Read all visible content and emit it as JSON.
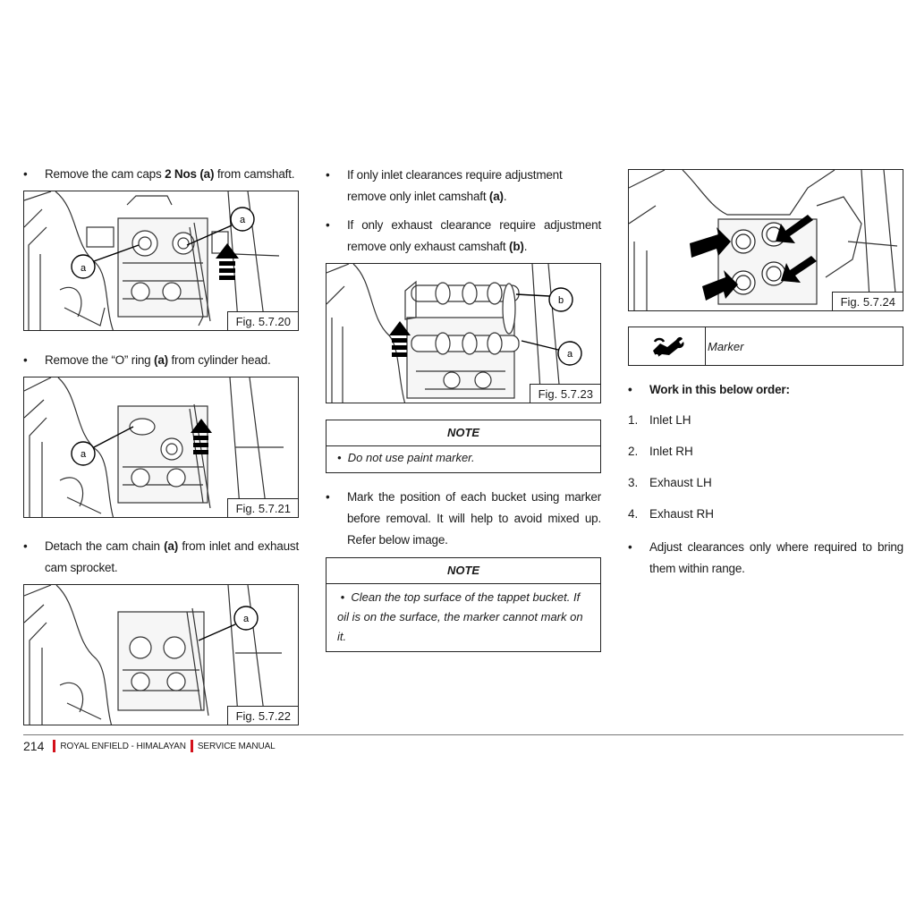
{
  "col1": {
    "step1": {
      "pre": "Remove the cam caps ",
      "bold": "2 Nos (a)",
      "post": " from camshaft."
    },
    "fig1": {
      "caption": "Fig. 5.7.20",
      "labels": [
        "a",
        "a"
      ]
    },
    "step2": {
      "pre": "Remove the “O” ring ",
      "bold": "(a)",
      "post": " from cylinder head."
    },
    "fig2": {
      "caption": "Fig. 5.7.21",
      "labels": [
        "a"
      ]
    },
    "step3": {
      "pre": "Detach the cam chain ",
      "bold": "(a)",
      "post": " from inlet and exhaust cam sprocket."
    },
    "fig3": {
      "caption": "Fig. 5.7.22",
      "labels": [
        "a"
      ]
    }
  },
  "col2": {
    "step1": {
      "pre": "If only inlet clearances require adjustment remove only inlet camshaft ",
      "bold": "(a)",
      "post": "."
    },
    "step2": {
      "pre": "If only exhaust clearance require adjustment remove only exhaust camshaft ",
      "bold": "(b)",
      "post": "."
    },
    "fig": {
      "caption": "Fig. 5.7.23",
      "labels": [
        "b",
        "a"
      ]
    },
    "note1": {
      "heading": "NOTE",
      "text": "Do not use paint marker."
    },
    "step3": {
      "text": "Mark the position of each bucket using marker before removal. It will help to avoid mixed up. Refer below image."
    },
    "note2": {
      "heading": "NOTE",
      "text": "Clean the top  surface of the tappet bucket. If oil is on the surface, the  marker cannot mark on it."
    }
  },
  "col3": {
    "fig": {
      "caption": "Fig. 5.7.24"
    },
    "tool": {
      "icon": "hand-wrench-icon",
      "label": "Marker"
    },
    "order_heading": "Work in this below order:",
    "order": [
      {
        "num": "1.",
        "text": "Inlet LH"
      },
      {
        "num": "2.",
        "text": "Inlet RH"
      },
      {
        "num": "3.",
        "text": "Exhaust LH"
      },
      {
        "num": "4.",
        "text": "Exhaust RH"
      }
    ],
    "final": "Adjust clearances only where required to bring them within range."
  },
  "footer": {
    "page": "214",
    "brand": "ROYAL ENFIELD - HIMALAYAN",
    "manual": "SERVICE MANUAL",
    "accent": "#d4111b"
  }
}
